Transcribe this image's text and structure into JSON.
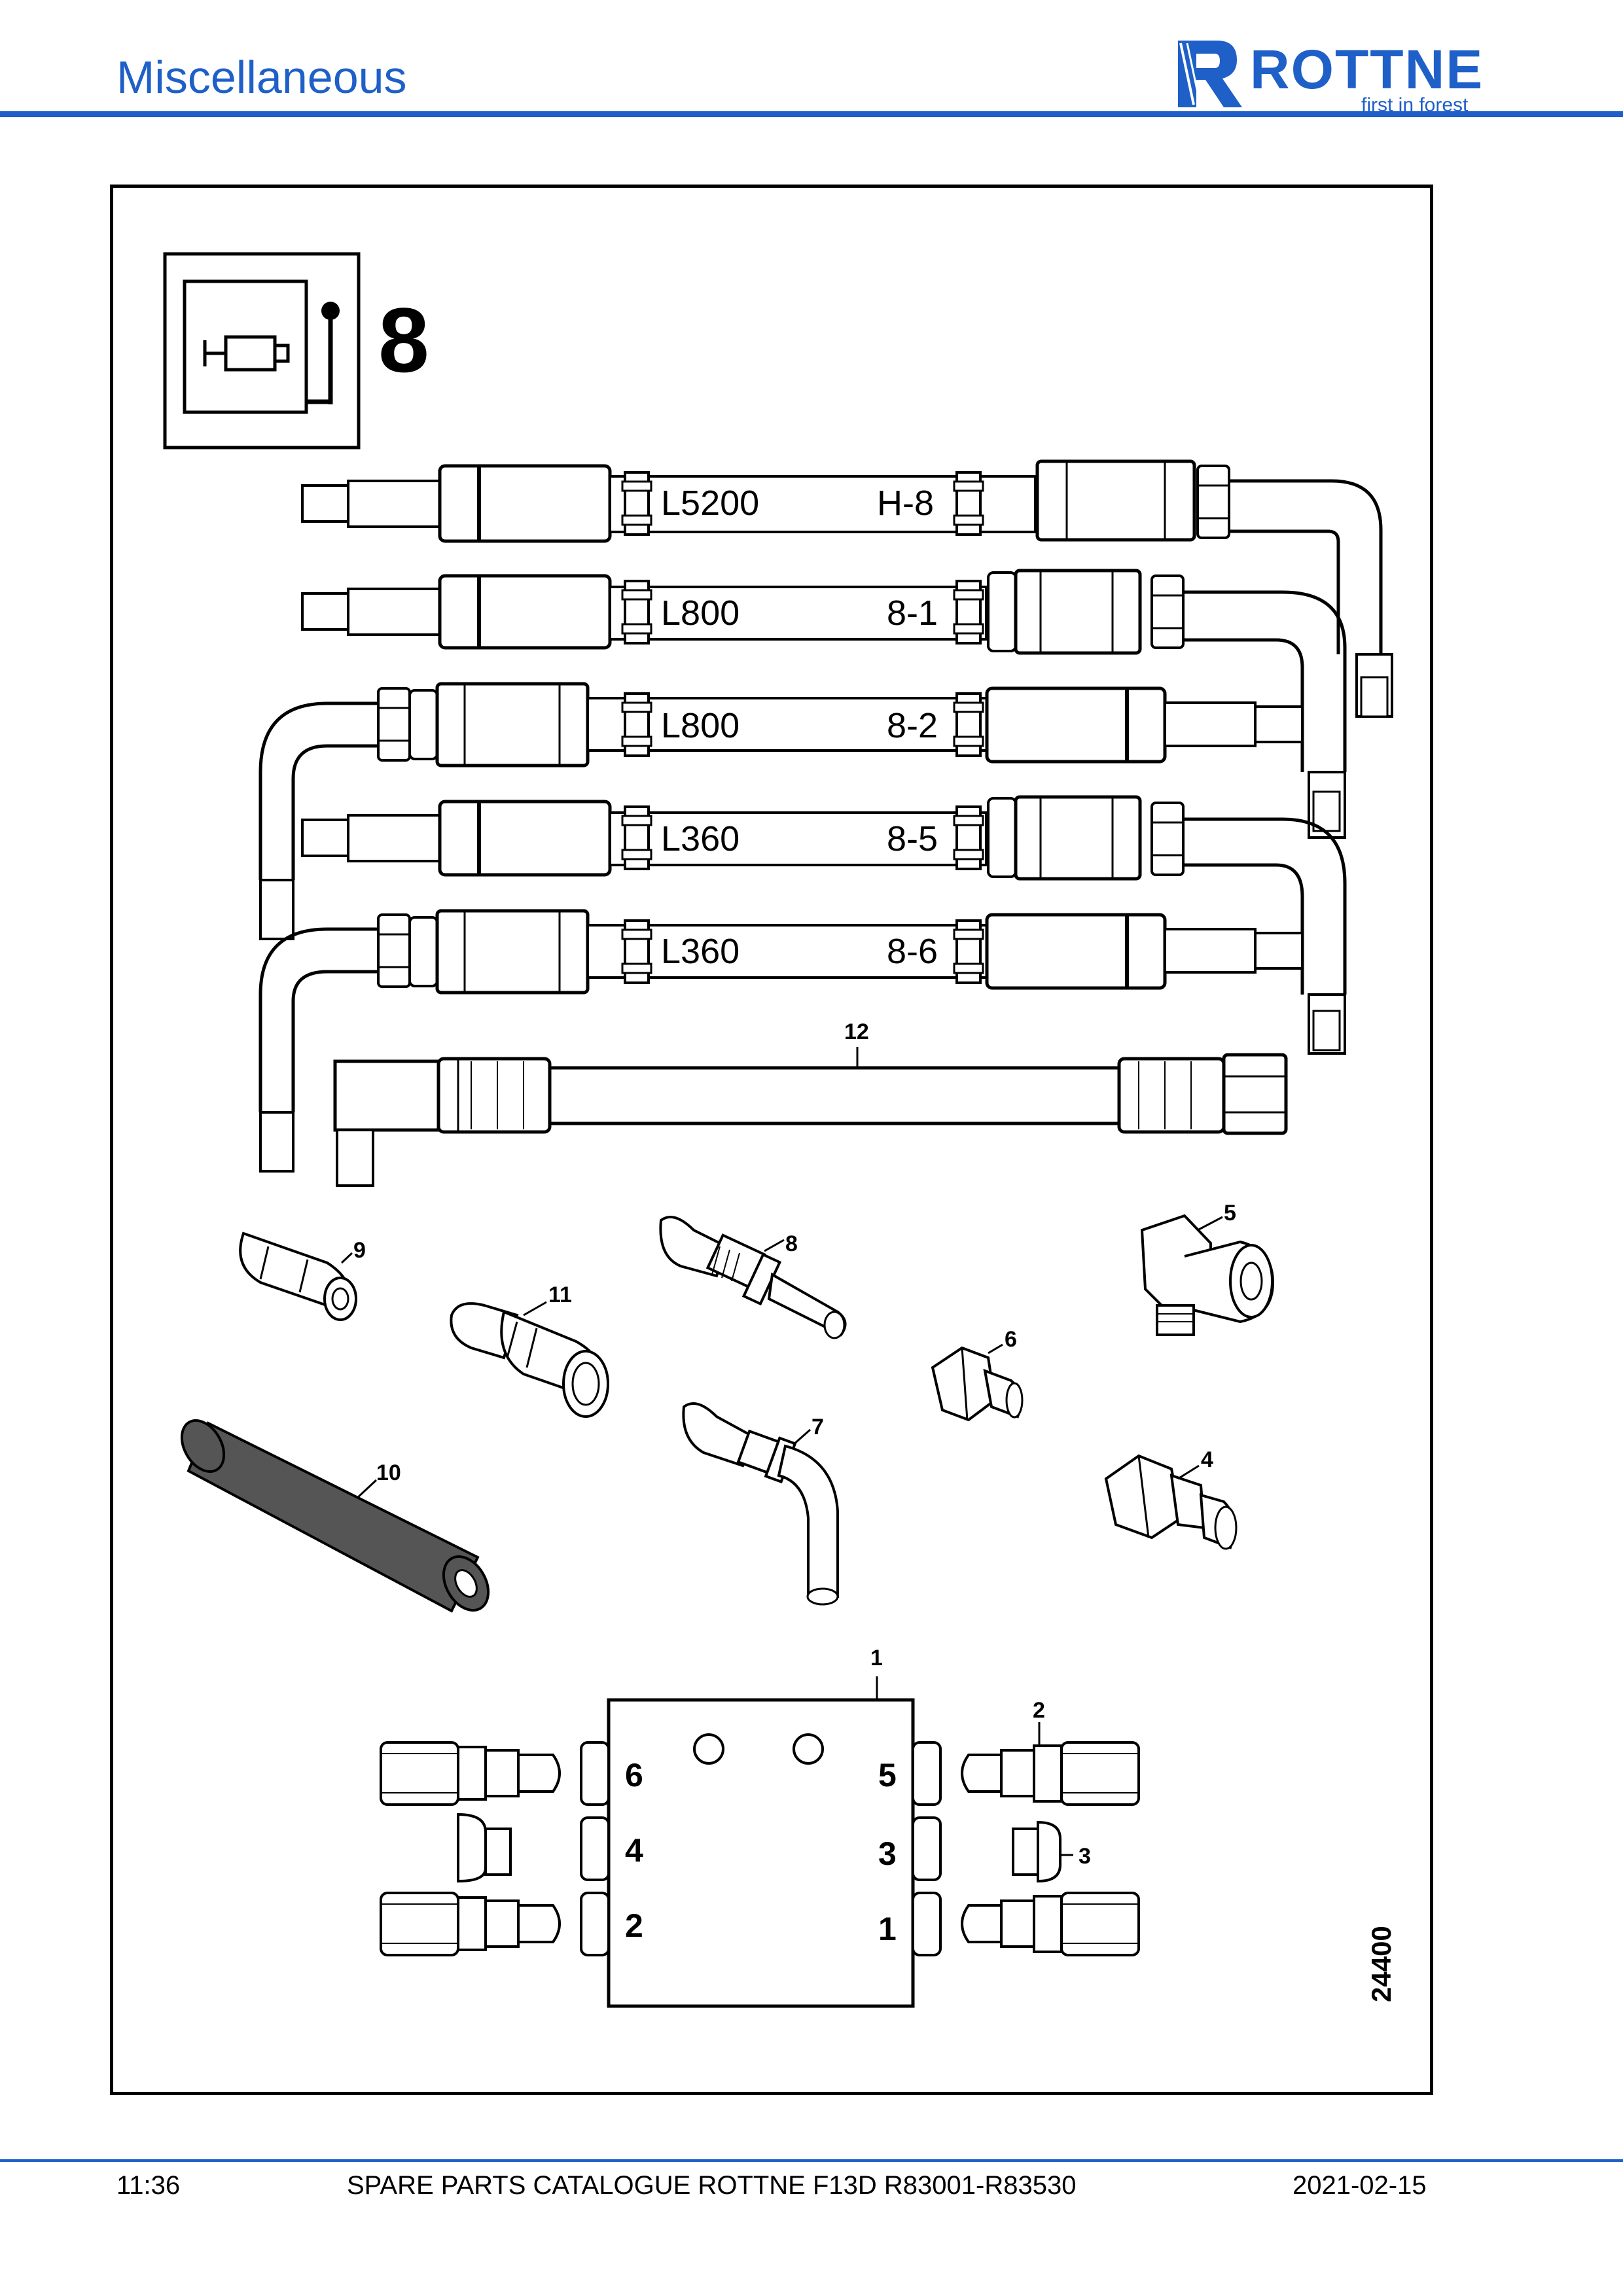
{
  "header": {
    "title": "Miscellaneous",
    "brand": "ROTTNE",
    "tagline": "first in forest"
  },
  "diagram": {
    "group_number": "8",
    "drawing_number": "24400",
    "hoses": [
      {
        "length": "L5200",
        "code": "H-8"
      },
      {
        "length": "L800",
        "code": "8-1"
      },
      {
        "length": "L800",
        "code": "8-2"
      },
      {
        "length": "L360",
        "code": "8-5"
      },
      {
        "length": "L360",
        "code": "8-6"
      }
    ],
    "callouts": [
      "12",
      "9",
      "8",
      "5",
      "11",
      "6",
      "7",
      "4",
      "10",
      "1",
      "2",
      "3"
    ],
    "port_labels": [
      "6",
      "5",
      "4",
      "3",
      "2",
      "1"
    ]
  },
  "footer": {
    "page": "11:36",
    "catalogue": "SPARE PARTS CATALOGUE ROTTNE F13D R83001-R83530",
    "date": "2021-02-15"
  }
}
